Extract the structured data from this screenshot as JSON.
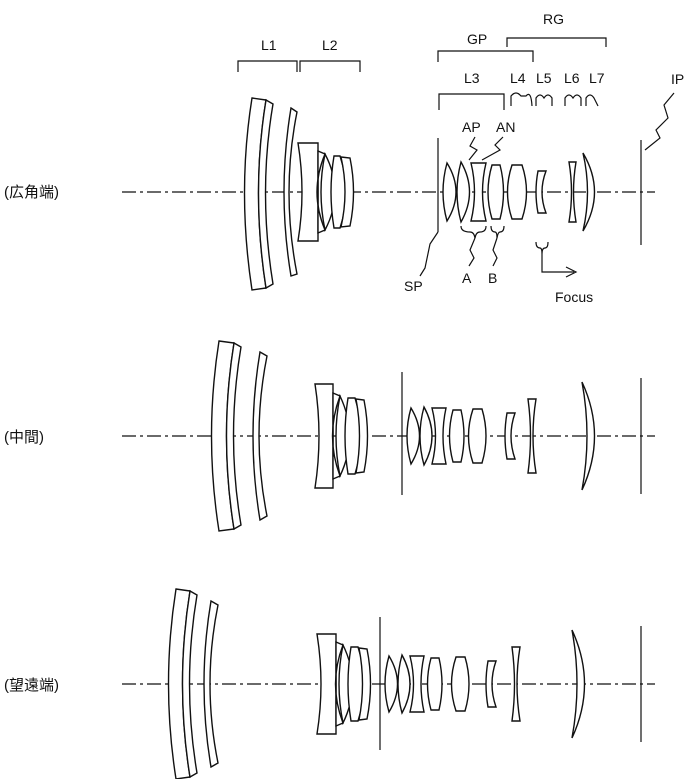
{
  "states": {
    "wide": "(広角端)",
    "middle": "(中間)",
    "tele": "(望遠端)"
  },
  "groups": {
    "rg": "RG",
    "gp": "GP",
    "l1": "L1",
    "l2": "L2",
    "l3": "L3",
    "l4": "L4",
    "l5": "L5",
    "l6": "L6",
    "l7": "L7",
    "ip": "IP",
    "ap": "AP",
    "an": "AN",
    "sp": "SP",
    "a": "A",
    "b": "B",
    "focus": "Focus"
  }
}
